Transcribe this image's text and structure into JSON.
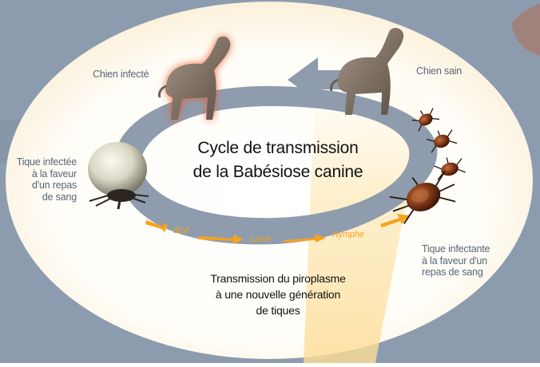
{
  "center_title": {
    "line1": "Cycle de transmission",
    "line2": "de la Babésiose canine"
  },
  "labels": {
    "infected_dog": "Chien infecté",
    "healthy_dog": "Chien sain",
    "infected_tick": [
      "Tique infectée",
      "à la faveur",
      "d'un repas",
      "de sang"
    ],
    "infecting_tick": [
      "Tique infectante",
      "à la faveur d'un",
      "repas de sang"
    ]
  },
  "stages": [
    "Œuf",
    "Larve",
    "Nymphe"
  ],
  "bottom_text": [
    "Transmission du piroplasme",
    "à une nouvelle génération",
    "de tiques"
  ],
  "colors": {
    "background": "#8c9cae",
    "ellipse": "#ffffff",
    "ring": "#8e9cae",
    "stage_arrows": "#f7a21b",
    "text_gray": "#566577",
    "text_dark": "#111111"
  },
  "icons": [
    "infected-dog-image",
    "healthy-dog-image",
    "engorged-tick-image",
    "tick-image",
    "cycle-arrow-icon"
  ]
}
